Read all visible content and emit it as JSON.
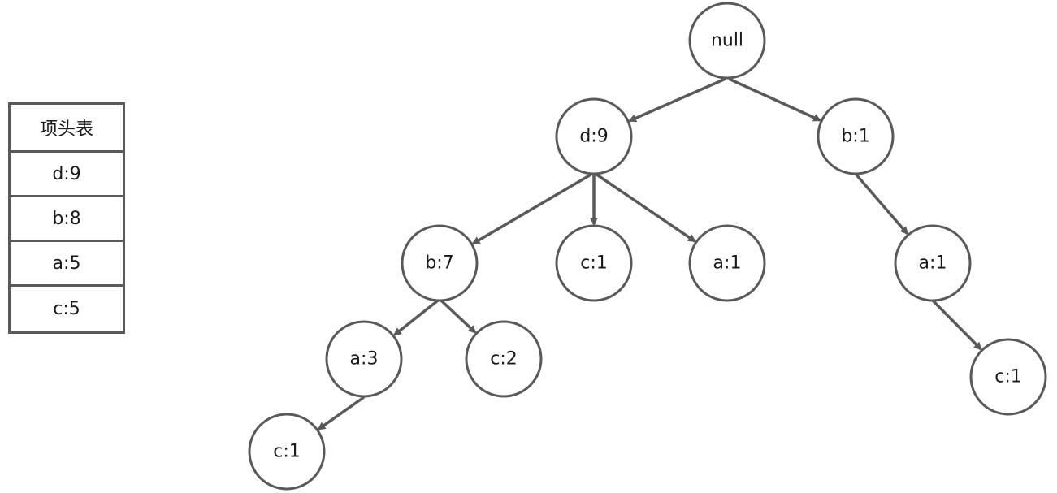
{
  "header_table": {
    "title": "项头表",
    "rows": [
      "d:9",
      "b:8",
      "a:5",
      "c:5"
    ]
  },
  "tree": {
    "nodes": [
      {
        "id": "root",
        "label": "null"
      },
      {
        "id": "d9",
        "label": "d:9"
      },
      {
        "id": "b1",
        "label": "b:1"
      },
      {
        "id": "b7",
        "label": "b:7"
      },
      {
        "id": "c1_mid",
        "label": "c:1"
      },
      {
        "id": "a1_mid",
        "label": "a:1"
      },
      {
        "id": "a1_right",
        "label": "a:1"
      },
      {
        "id": "a3",
        "label": "a:3"
      },
      {
        "id": "c2",
        "label": "c:2"
      },
      {
        "id": "c1_right",
        "label": "c:1"
      },
      {
        "id": "c1_left",
        "label": "c:1"
      }
    ],
    "edges": [
      {
        "from": "root",
        "to": "d9"
      },
      {
        "from": "root",
        "to": "b1"
      },
      {
        "from": "d9",
        "to": "b7"
      },
      {
        "from": "d9",
        "to": "c1_mid"
      },
      {
        "from": "d9",
        "to": "a1_mid"
      },
      {
        "from": "b1",
        "to": "a1_right"
      },
      {
        "from": "b7",
        "to": "a3"
      },
      {
        "from": "b7",
        "to": "c2"
      },
      {
        "from": "a1_right",
        "to": "c1_right"
      },
      {
        "from": "a3",
        "to": "c1_left"
      }
    ],
    "colors": {
      "stroke": "#595959",
      "text": "#1a1a1a",
      "fill": "#ffffff"
    }
  }
}
